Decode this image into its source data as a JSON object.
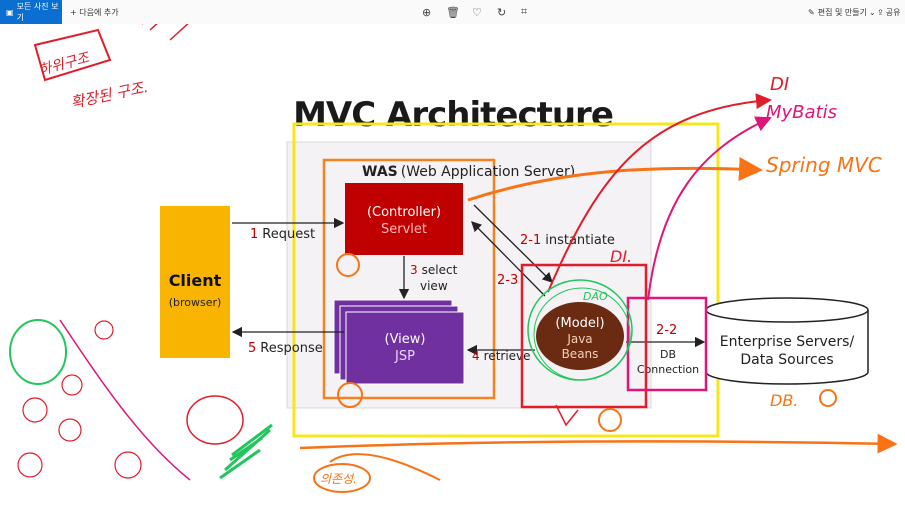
{
  "toolbar": {
    "view_all": "모든 사진 보기",
    "add_to": "+ 다음에 추가",
    "edit_create": "편집 및 만들기",
    "share": "공유",
    "icons": [
      "zoom-icon",
      "delete-icon",
      "favorite-icon",
      "rotate-icon",
      "crop-icon"
    ]
  },
  "diagram": {
    "title": "MVC Architecture",
    "was_bold": "WAS",
    "was_rest": "(Web Application Server)",
    "client": {
      "label": "Client",
      "sub": "(browser)"
    },
    "controller": {
      "label": "(Controller)",
      "sub": "Servlet"
    },
    "view": {
      "label": "(View)",
      "sub": "JSP"
    },
    "model": {
      "label": "(Model)",
      "sub1": "Java",
      "sub2": "Beans"
    },
    "db": {
      "label1": "Enterprise Servers/",
      "label2": "Data Sources"
    },
    "arrows": {
      "request_num": "1",
      "request": "Request",
      "response_num": "5",
      "response": "Response",
      "select_num": "3",
      "select": "select",
      "select2": "view",
      "instantiate_num": "2-1",
      "instantiate": "instantiate",
      "retrieve_num": "4",
      "retrieve": "retrieve",
      "num_2_3": "2-3",
      "num_2_2": "2-2",
      "db_conn1": "DB",
      "db_conn2": "Connection"
    }
  },
  "annotations": {
    "di_top": "DI",
    "mybatis": "MyBatis",
    "spring_mvc": "Spring MVC",
    "di_mid": "DI.",
    "dao": "DAO",
    "db_note": "DB.",
    "korean_top": "하위구조",
    "korean_mid": "확장된 구조.",
    "korean_bottom": "의존성."
  },
  "colors": {
    "client": "#f8b400",
    "controller": "#c00000",
    "view": "#7030a0",
    "model": "#6b2a12",
    "was_border": "#f58220",
    "ink_red": "#e11d2a",
    "ink_orange": "#f97316",
    "ink_magenta": "#e0157a",
    "ink_green": "#22c55e",
    "highlight_yellow": "#f5e71a",
    "toolbar_blue": "#0a6fd1"
  }
}
